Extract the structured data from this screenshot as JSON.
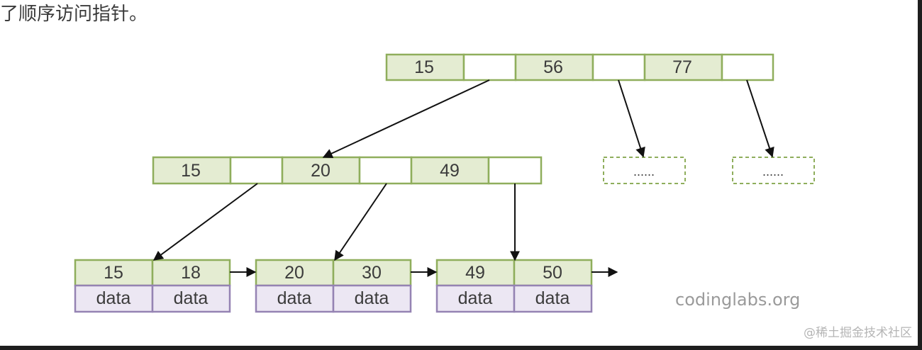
{
  "text": {
    "heading": "了顺序访问指针。",
    "credit": "codinglabs.org",
    "watermark": "@稀土掘金技术社区"
  },
  "colors": {
    "key_fill": "#e4ecd2",
    "pointer_fill": "#ffffff",
    "node_border": "#8fae5c",
    "data_fill": "#ece7f3",
    "data_border": "#9583b3",
    "arrow": "#111111"
  },
  "tree": {
    "root": {
      "keys": [
        "15",
        "56",
        "77"
      ]
    },
    "internal": {
      "keys": [
        "15",
        "20",
        "49"
      ]
    },
    "placeholders": [
      "......",
      "......"
    ],
    "leaves": [
      {
        "keys": [
          "15",
          "18"
        ],
        "data": [
          "data",
          "data"
        ]
      },
      {
        "keys": [
          "20",
          "30"
        ],
        "data": [
          "data",
          "data"
        ]
      },
      {
        "keys": [
          "49",
          "50"
        ],
        "data": [
          "data",
          "data"
        ]
      }
    ]
  }
}
